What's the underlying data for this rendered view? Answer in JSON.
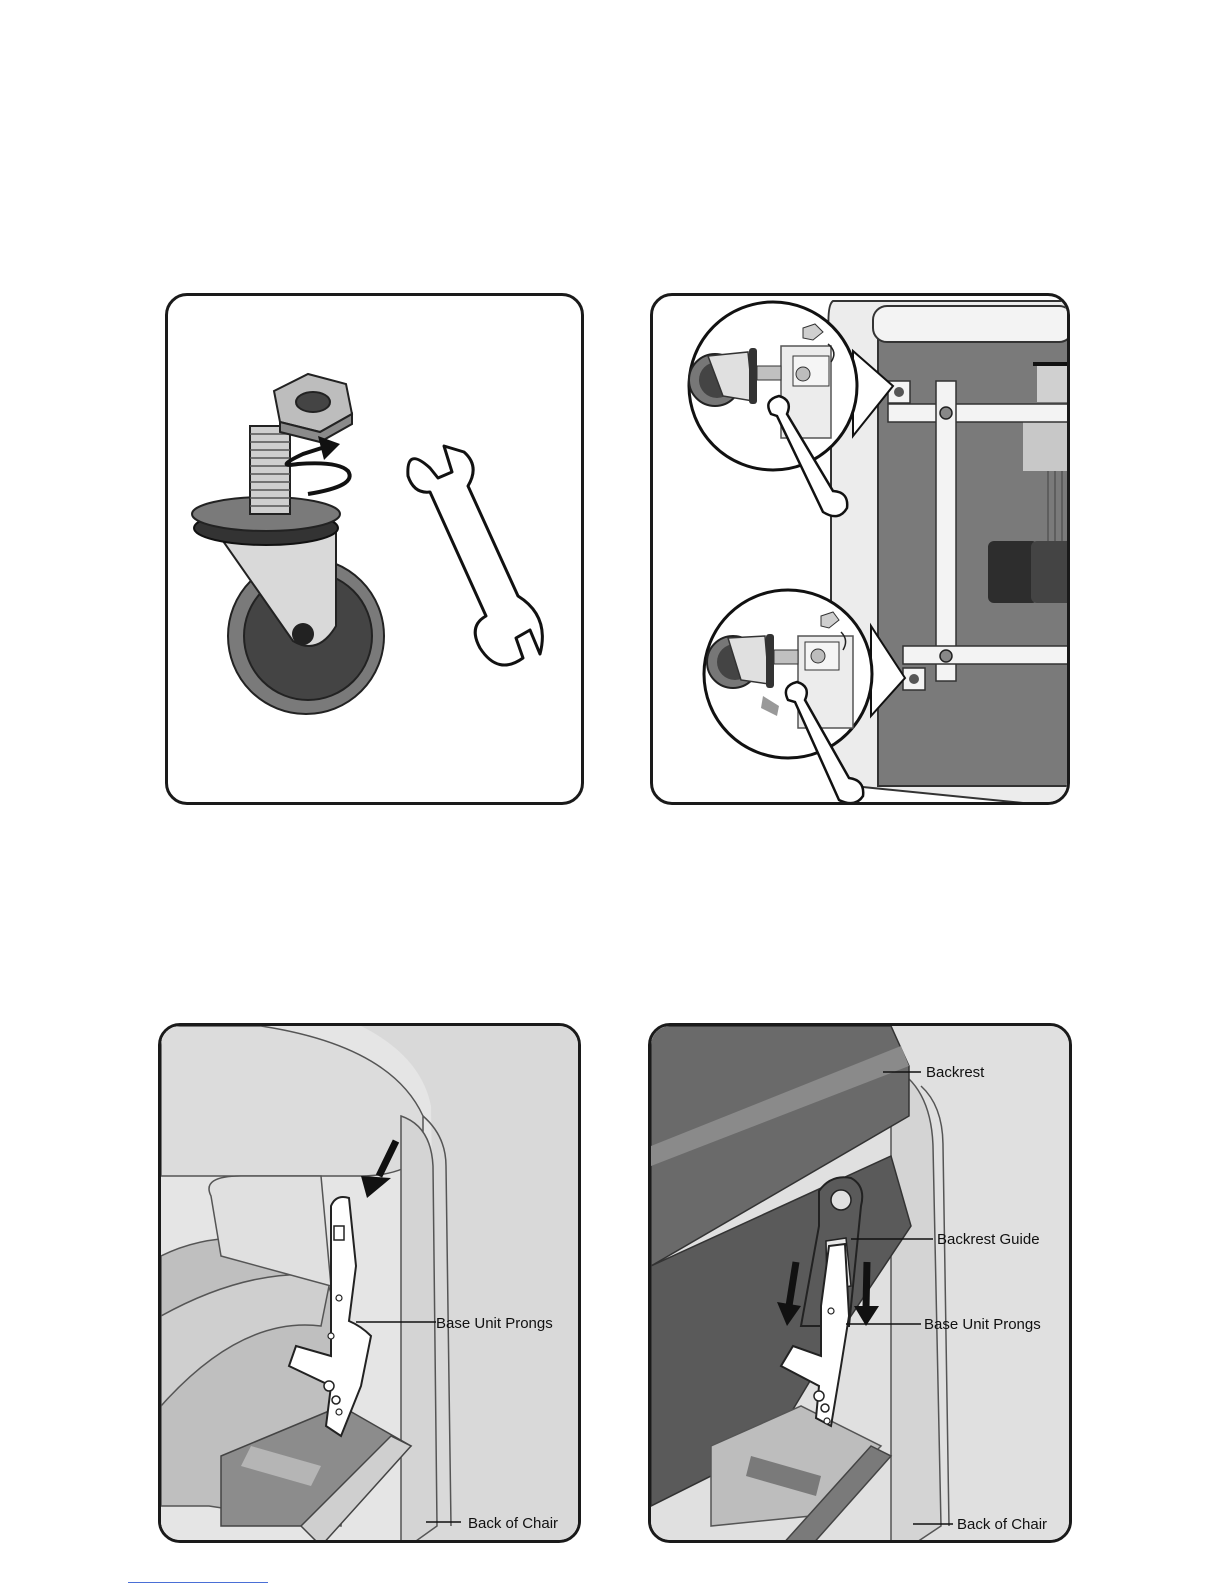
{
  "panels": [
    {
      "id": "caster-removal",
      "labels": []
    },
    {
      "id": "caster-installation",
      "labels": []
    },
    {
      "id": "base-unit-prongs",
      "labels": [
        "Base Unit Prongs",
        "Back of Chair"
      ]
    },
    {
      "id": "backrest-attach",
      "labels": [
        "Backrest",
        "Backrest Guide",
        "Base Unit Prongs",
        "Back of Chair"
      ]
    }
  ],
  "labels": {
    "p3_prongs": "Base Unit Prongs",
    "p3_back": "Back of Chair",
    "p4_backrest": "Backrest",
    "p4_guide": "Backrest Guide",
    "p4_prongs": "Base Unit Prongs",
    "p4_back": "Back of Chair"
  },
  "icons": [
    "hex-nut-icon",
    "wrench-icon",
    "caster-wheel-icon",
    "rotate-arrow-icon",
    "down-arrow-icon"
  ],
  "colors": {
    "ink": "#1a1a1a",
    "dark_gray": "#555555",
    "mid_gray": "#7a7a7a",
    "light_gray": "#d9d9d9",
    "pale": "#ececec"
  }
}
